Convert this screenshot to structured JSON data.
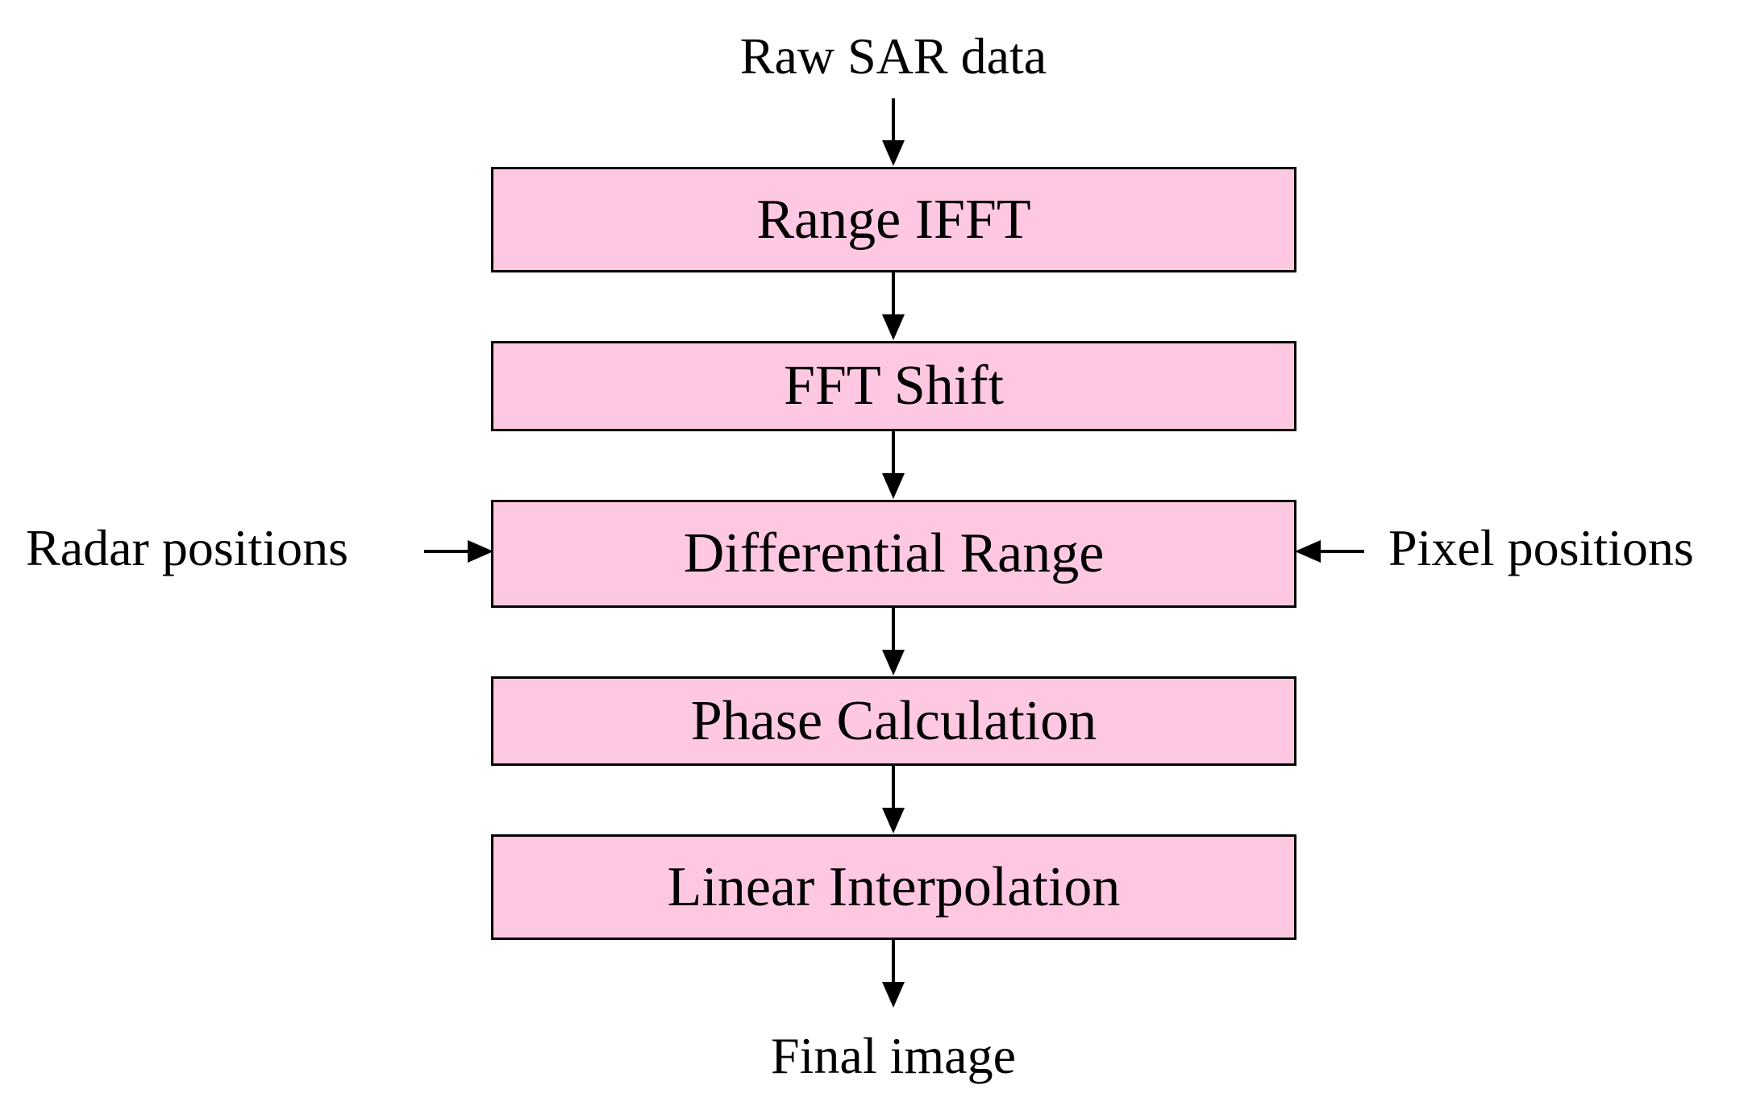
{
  "diagram": {
    "input_label": "Raw SAR data",
    "output_label": "Final image",
    "left_input_label": "Radar positions",
    "right_input_label": "Pixel positions",
    "steps": [
      {
        "label": "Range IFFT"
      },
      {
        "label": "FFT Shift"
      },
      {
        "label": "Differential Range"
      },
      {
        "label": "Phase Calculation"
      },
      {
        "label": "Linear Interpolation"
      }
    ],
    "colors": {
      "box_fill": "#ffc8e2",
      "stroke": "#000000",
      "background": "#ffffff"
    }
  }
}
